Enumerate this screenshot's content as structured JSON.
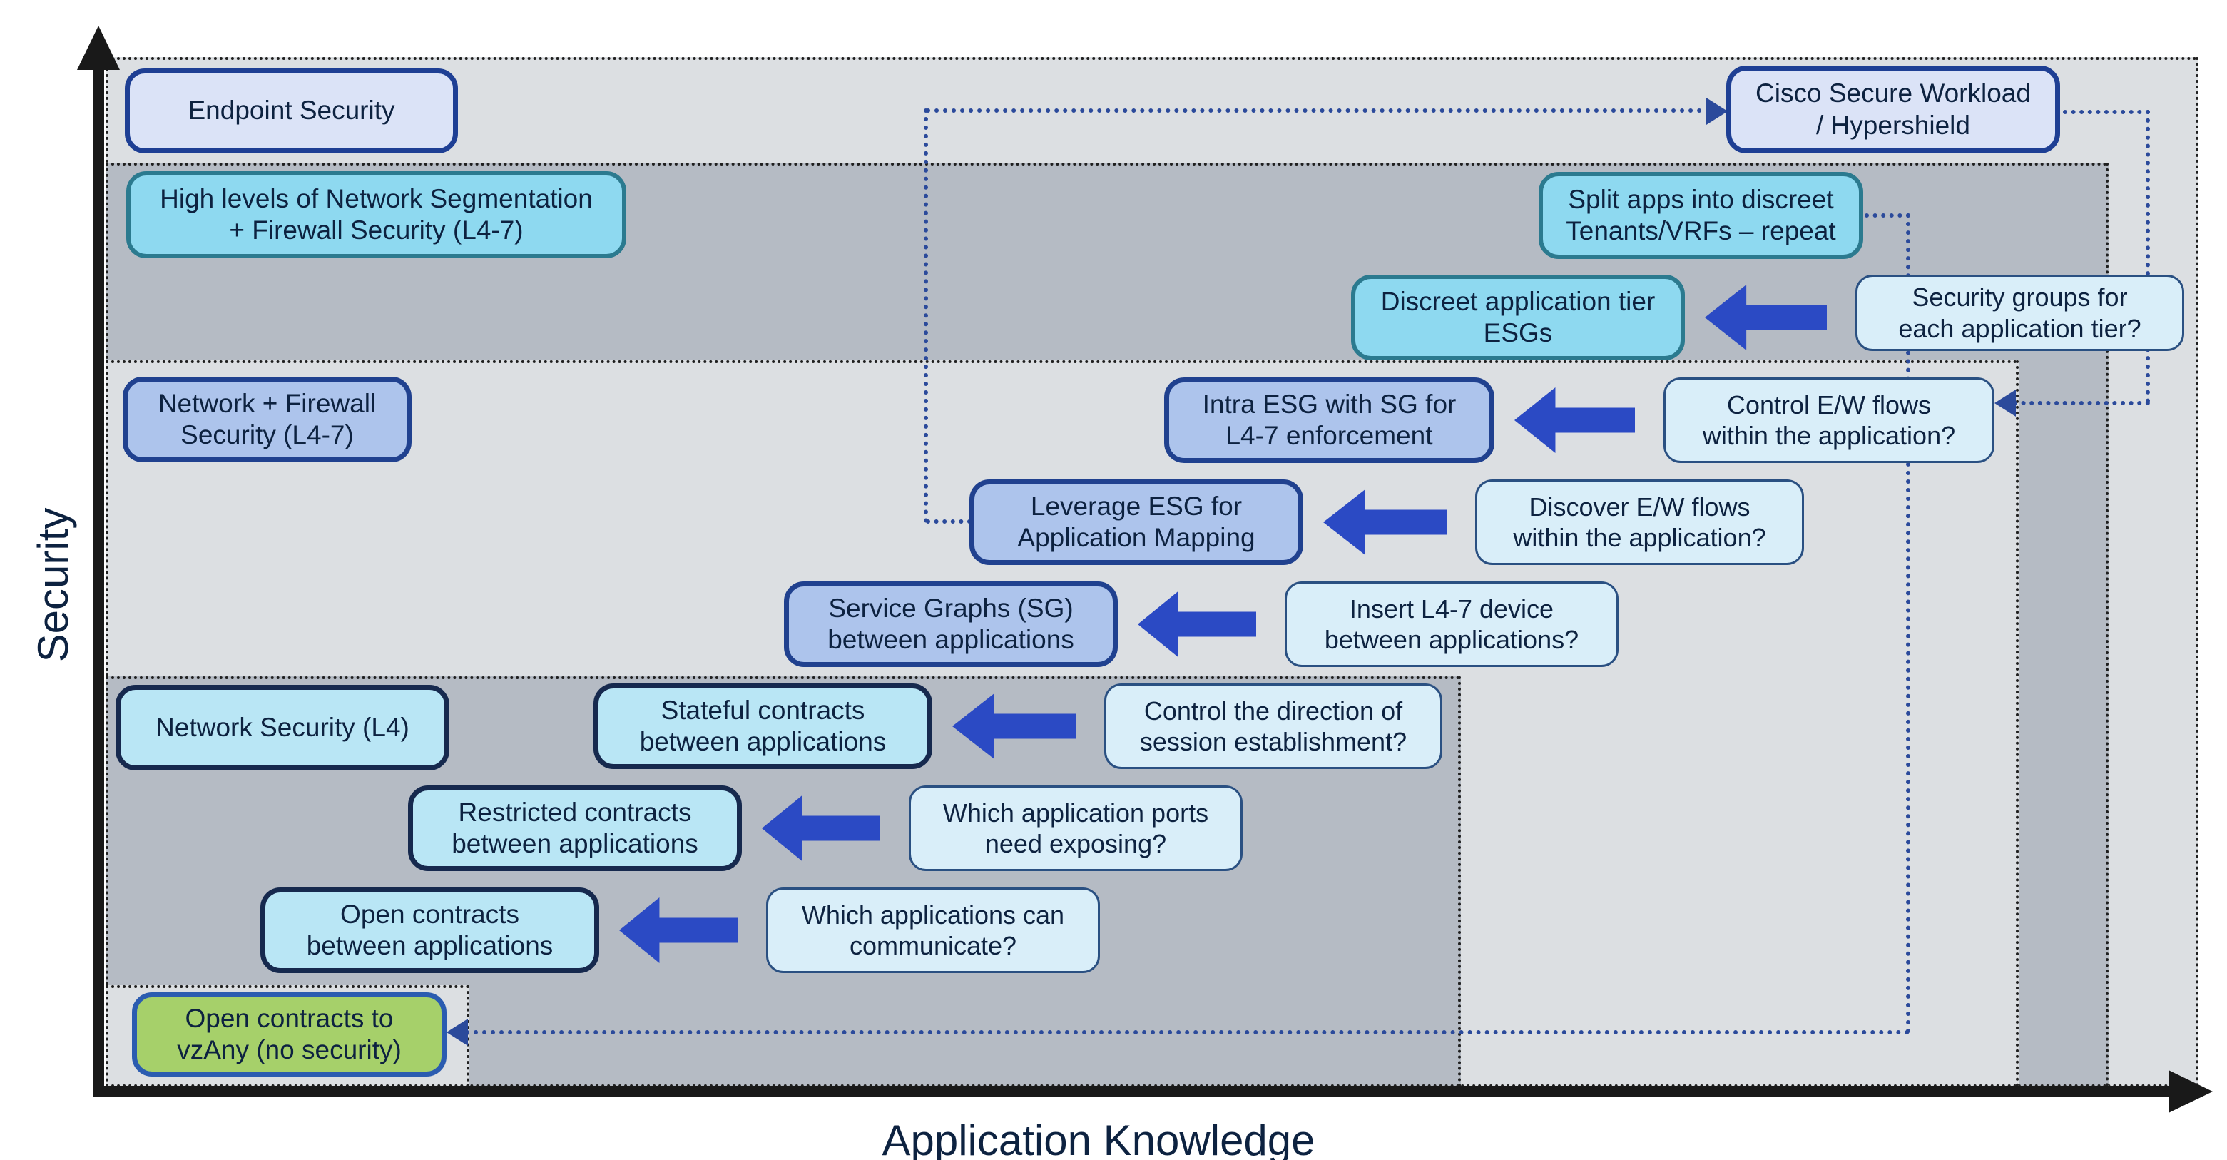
{
  "axes": {
    "y_label": "Security",
    "x_label": "Application Knowledge"
  },
  "tier_boxes": {
    "endpoint": {
      "line1": "Endpoint Security"
    },
    "cisco": {
      "line1": "Cisco Secure Workload",
      "line2": "/ Hypershield"
    },
    "high_levels": {
      "line1": "High levels of Network Segmentation",
      "line2": "+ Firewall Security (L4-7)"
    },
    "net_fw": {
      "line1": "Network + Firewall",
      "line2": "Security (L4-7)"
    },
    "net_l4": {
      "line1": "Network Security (L4)"
    },
    "vzany": {
      "line1": "Open contracts to",
      "line2": "vzAny (no security)"
    }
  },
  "solution_boxes": {
    "split_apps": {
      "line1": "Split apps into discreet",
      "line2": "Tenants/VRFs – repeat"
    },
    "discreet_esg": {
      "line1": "Discreet application tier",
      "line2": "ESGs"
    },
    "intra_esg": {
      "line1": "Intra ESG with SG for",
      "line2": "L4-7 enforcement"
    },
    "leverage_esg": {
      "line1": "Leverage ESG for",
      "line2": "Application Mapping"
    },
    "service_graphs": {
      "line1": "Service Graphs (SG)",
      "line2": "between applications"
    },
    "stateful": {
      "line1": "Stateful contracts",
      "line2": "between applications"
    },
    "restricted": {
      "line1": "Restricted contracts",
      "line2": "between applications"
    },
    "open_contracts": {
      "line1": "Open contracts",
      "line2": "between applications"
    }
  },
  "question_boxes": {
    "security_groups": {
      "line1": "Security groups for",
      "line2": "each application tier?"
    },
    "control_ew": {
      "line1": "Control E/W flows",
      "line2": "within the application?"
    },
    "discover_ew": {
      "line1": "Discover E/W flows",
      "line2": "within the application?"
    },
    "insert_l47": {
      "line1": "Insert L4-7 device",
      "line2": "between applications?"
    },
    "control_dir": {
      "line1": "Control the direction of",
      "line2": "session establishment?"
    },
    "which_ports": {
      "line1": "Which application ports",
      "line2": "need exposing?"
    },
    "which_apps": {
      "line1": "Which applications can",
      "line2": "communicate?"
    }
  },
  "colors": {
    "text": "#0D2240",
    "band_light": "#DCDFE2",
    "band_dark": "#B5BBC4",
    "lavender_fill": "#DBE3F7",
    "lavender_border": "#1E3F94",
    "cyan_fill": "#8ED9F0",
    "cyan_border": "#2B7A8F",
    "periwinkle_fill": "#ADC4EC",
    "periwinkle_border": "#20418F",
    "lightcyan_fill": "#B9E6F5",
    "lightcyan_border": "#16294E",
    "question_fill": "#D9EEF9",
    "question_border": "#2A5082",
    "green_fill": "#A6D06A",
    "green_border": "#2B5CB0",
    "arrow": "#2B4AC4",
    "path": "#2B4A9B"
  }
}
